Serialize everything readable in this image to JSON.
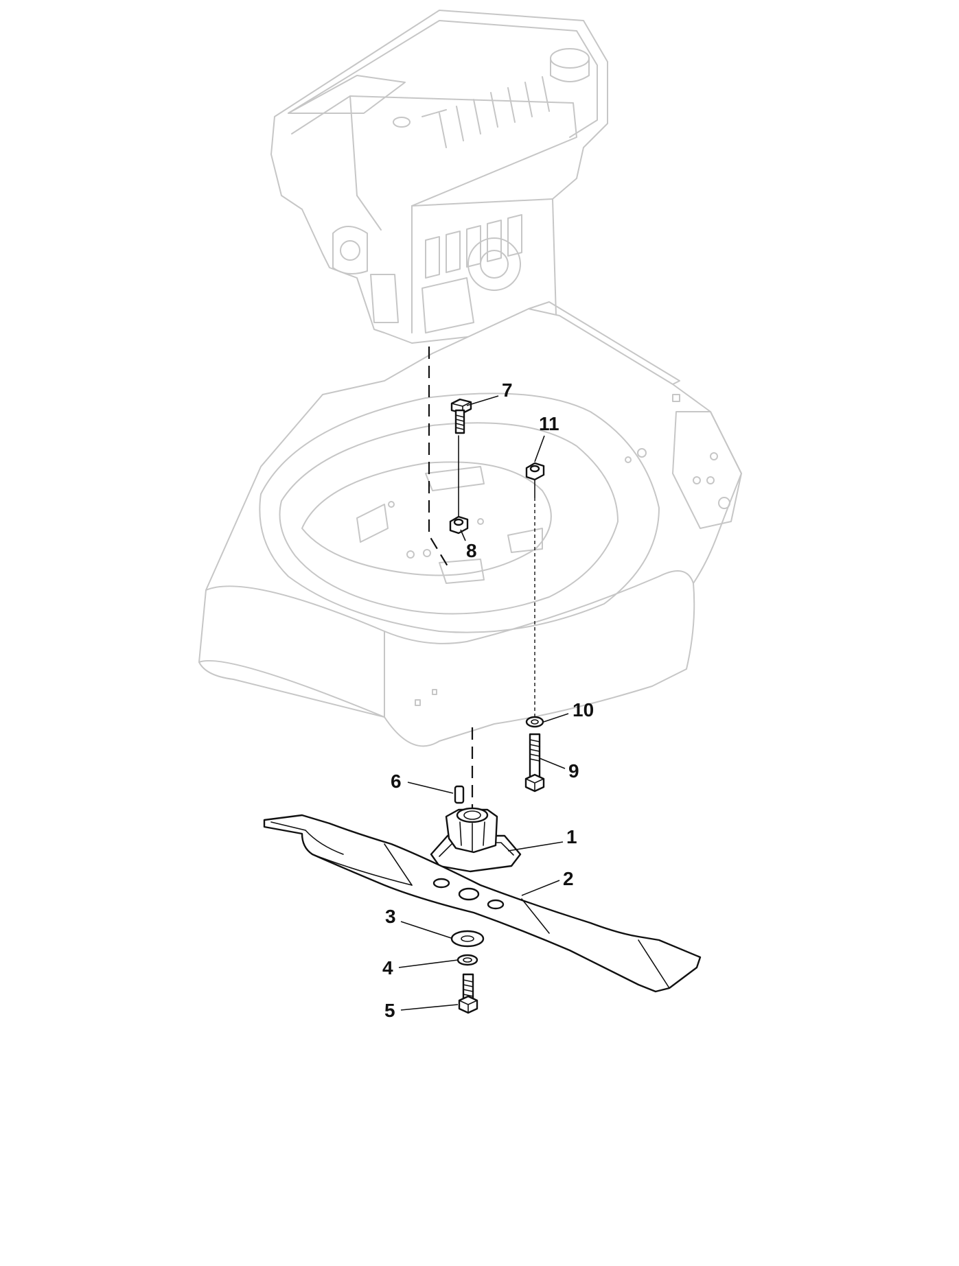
{
  "diagram": {
    "callouts": [
      {
        "id": "1",
        "label": "1"
      },
      {
        "id": "2",
        "label": "2"
      },
      {
        "id": "3",
        "label": "3"
      },
      {
        "id": "4",
        "label": "4"
      },
      {
        "id": "5",
        "label": "5"
      },
      {
        "id": "6",
        "label": "6"
      },
      {
        "id": "7",
        "label": "7"
      },
      {
        "id": "8",
        "label": "8"
      },
      {
        "id": "9",
        "label": "9"
      },
      {
        "id": "10",
        "label": "10"
      },
      {
        "id": "11",
        "label": "11"
      }
    ],
    "colors": {
      "line": "#111111",
      "ghost": "#c6c6c6",
      "background": "#ffffff"
    }
  }
}
